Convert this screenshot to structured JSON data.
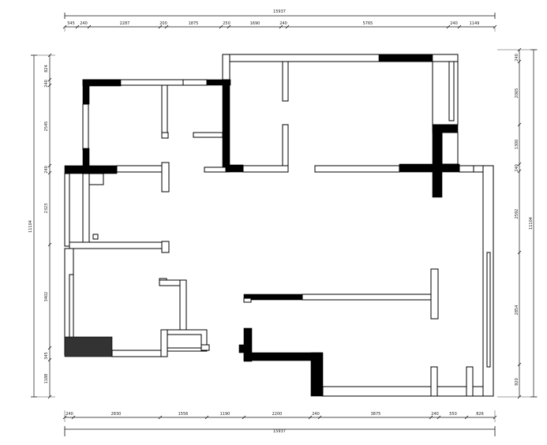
{
  "plan": {
    "top_total": "15937",
    "top_segments": [
      "545",
      "240",
      "2287",
      "200",
      "1875",
      "250",
      "1690",
      "240",
      "5765",
      "240",
      "1149"
    ],
    "bottom_segments": [
      "240",
      "2830",
      "1556",
      "1190",
      "2200",
      "240",
      "3875",
      "240",
      "550",
      "826"
    ],
    "bottom_total": "15937",
    "left_total": "11104",
    "left_segments": [
      "824",
      "240",
      "2545",
      "240",
      "2323",
      "3402",
      "345",
      "1188"
    ],
    "right_total": "11104",
    "right_segments": [
      "240",
      "2065",
      "1300",
      "240",
      "2592",
      "2854",
      "920"
    ]
  }
}
